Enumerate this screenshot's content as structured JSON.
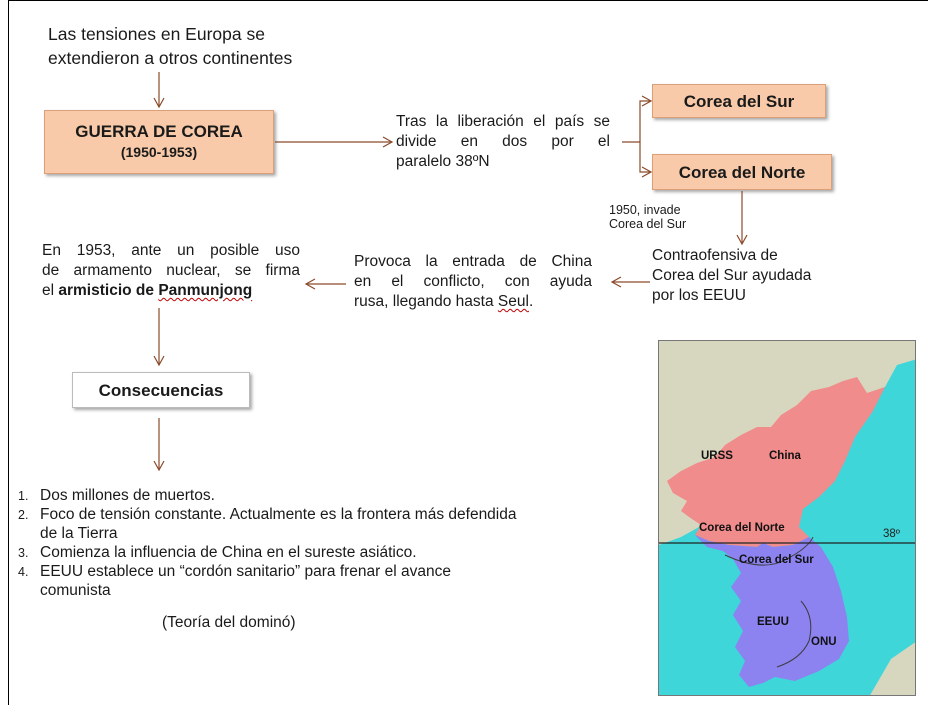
{
  "intro": {
    "line1": "Las tensiones en Europa se",
    "line2": "extendieron a otros continentes"
  },
  "guerra": {
    "title": "GUERRA DE COREA",
    "years": "(1950-1953)"
  },
  "division": {
    "line1": "Tras la liberación el país se",
    "line2": "divide en dos por el",
    "line3": "paralelo 38ºN"
  },
  "corea_sur": "Corea del Sur",
  "corea_norte": "Corea del Norte",
  "invade": {
    "line1": "1950, invade",
    "line2": "Corea del Sur"
  },
  "contraofensiva": {
    "line1": "Contraofensiva de",
    "line2": "Corea del Sur ayudada",
    "line3": "por los EEUU"
  },
  "provoca": {
    "line1": "Provoca la entrada de China",
    "line2": "en el conflicto, con ayuda",
    "line3_pre": "rusa, llegando hasta ",
    "line3_word": "Seul",
    "line3_post": "."
  },
  "armisticio": {
    "line1": "En 1953, ante un posible uso",
    "line2": "de armamento nuclear, se firma",
    "line3_pre": "el ",
    "line3_bold": "armisticio de ",
    "line3_bold_word": "Panmunjong"
  },
  "consecuencias_title": "Consecuencias",
  "consecuencias": [
    {
      "num": "1.",
      "lines": [
        "Dos millones de muertos."
      ]
    },
    {
      "num": "2.",
      "lines": [
        "Foco de tensión constante. Actualmente es  la frontera más defendida",
        "de la Tierra"
      ]
    },
    {
      "num": "3.",
      "lines": [
        "Comienza la influencia de China en el sureste asiático."
      ]
    },
    {
      "num": "4.",
      "lines": [
        "EEUU establece un “cordón sanitario” para frenar el avance",
        "comunista"
      ]
    }
  ],
  "domino": "(Teoría del dominó)",
  "map": {
    "labels": {
      "urss": "URSS",
      "china": "China",
      "norte": "Corea del Norte",
      "sur": "Corea del Sur",
      "eeuu": "EEUU",
      "onu": "ONU",
      "parallel": "38º"
    },
    "colors": {
      "sea": "#3fd6d9",
      "land": "#d7d7bf",
      "north": "#f08c8c",
      "south": "#8c82f0"
    }
  },
  "colors": {
    "box": "#f8caa9",
    "arrow": "#8b4a2b"
  }
}
